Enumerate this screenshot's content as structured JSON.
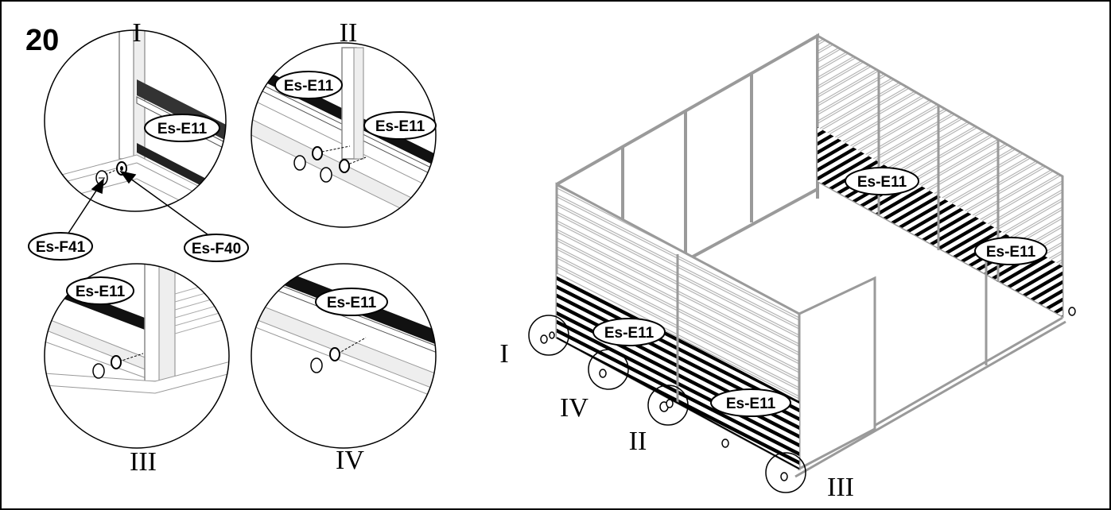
{
  "step": {
    "number": "20"
  },
  "callout_marks": {
    "I": "I",
    "II": "II",
    "III": "III",
    "IV": "IV"
  },
  "parts": {
    "panel": "Es-E11",
    "screw": "Es-F41",
    "washer": "Es-F40"
  },
  "colors": {
    "line": "#000000",
    "frame": "#9a9a9a",
    "panel_fill": "#ffffff"
  }
}
